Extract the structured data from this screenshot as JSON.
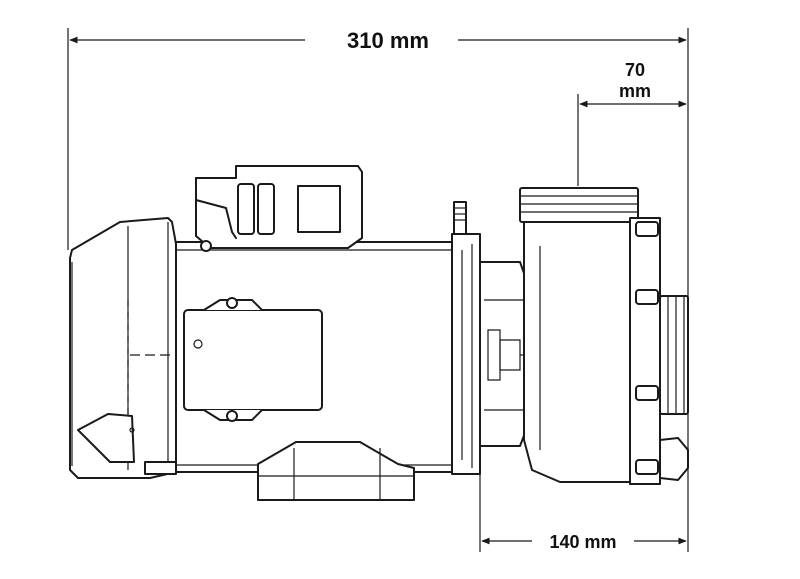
{
  "dimensions": {
    "overall_length": "310 mm",
    "inlet_offset_value": "70",
    "inlet_offset_unit": "mm",
    "pump_head_length": "140 mm"
  }
}
